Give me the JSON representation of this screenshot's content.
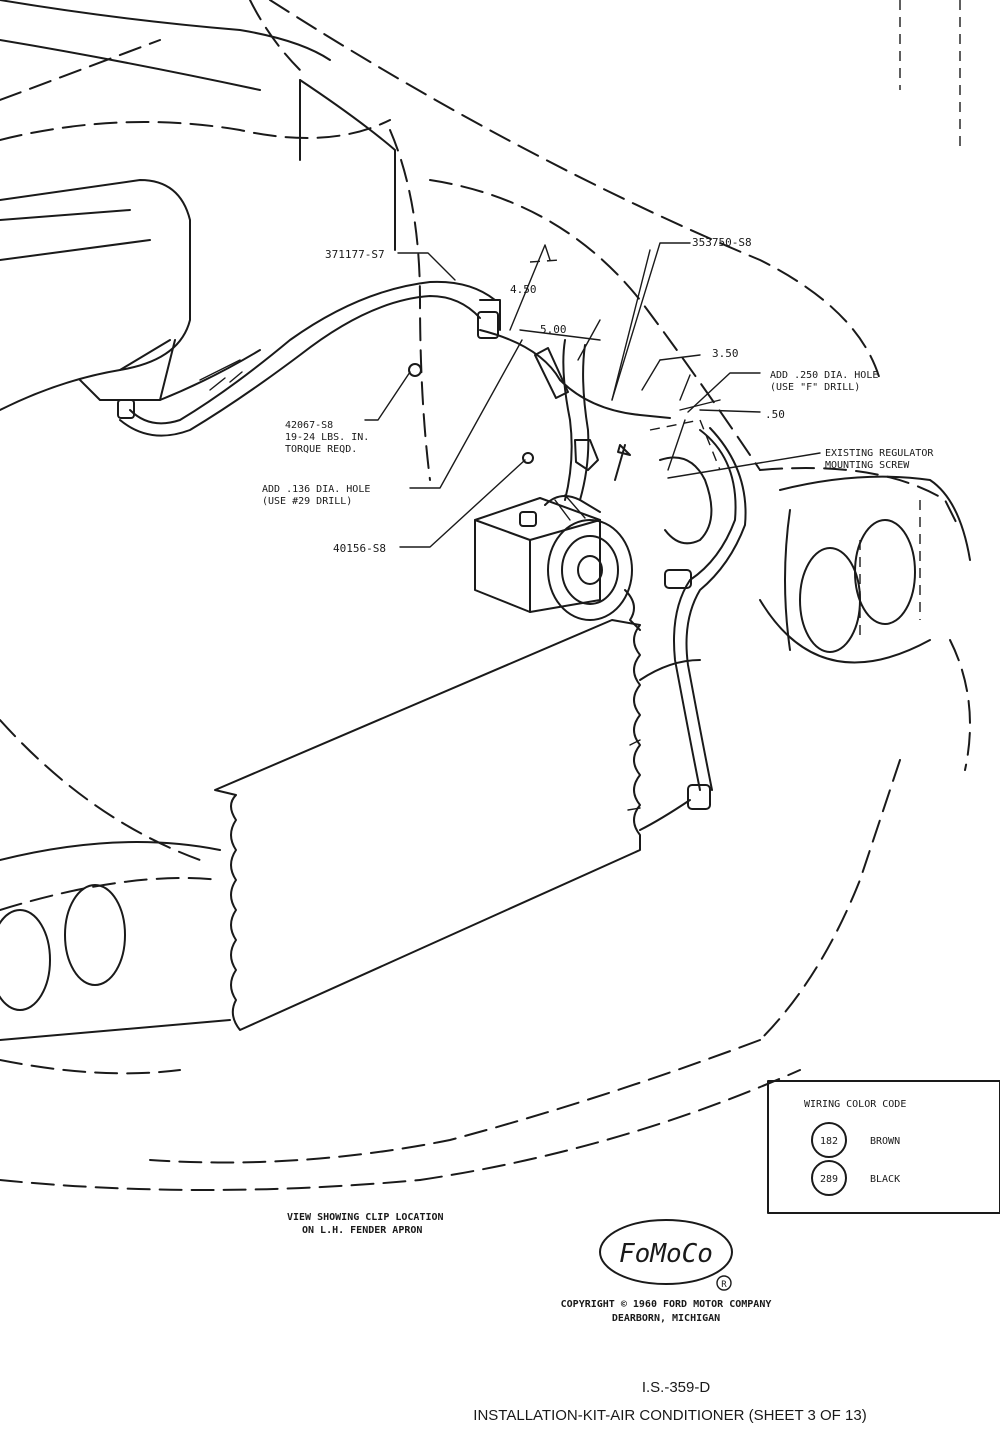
{
  "callouts": {
    "part_371177": "371177-S7",
    "part_353750": "353750-S8",
    "dim_4_50": "4.50",
    "dim_5_00": "5.00",
    "dim_3_50": "3.50",
    "dim_0_50": ".50",
    "add_250_line1": "ADD .250 DIA. HOLE",
    "add_250_line2": "(USE \"F\" DRILL)",
    "regulator_line1": "EXISTING REGULATOR",
    "regulator_line2": "MOUNTING SCREW",
    "part_42067_line1": "42067-S8",
    "part_42067_line2": "19-24 LBS. IN.",
    "part_42067_line3": "TORQUE REQD.",
    "add_136_line1": "ADD .136 DIA. HOLE",
    "add_136_line2": "(USE #29 DRILL)",
    "part_40156": "40156-S8"
  },
  "legend": {
    "title": "WIRING COLOR CODE",
    "items": [
      {
        "code": "182",
        "color": "BROWN"
      },
      {
        "code": "289",
        "color": "BLACK"
      }
    ]
  },
  "view_caption": {
    "line1": "VIEW SHOWING CLIP LOCATION",
    "line2": "ON L.H. FENDER APRON"
  },
  "logo": {
    "text": "FoMoCo",
    "registered": "R"
  },
  "copyright": {
    "line1": "COPYRIGHT © 1960 FORD MOTOR COMPANY",
    "line2": "DEARBORN, MICHIGAN"
  },
  "footer": {
    "sheet_number": "I.S.-359-D",
    "title": "INSTALLATION-KIT-AIR CONDITIONER (SHEET 3 OF 13)"
  },
  "colors": {
    "ink": "#1a1a1a",
    "paper": "#ffffff"
  }
}
